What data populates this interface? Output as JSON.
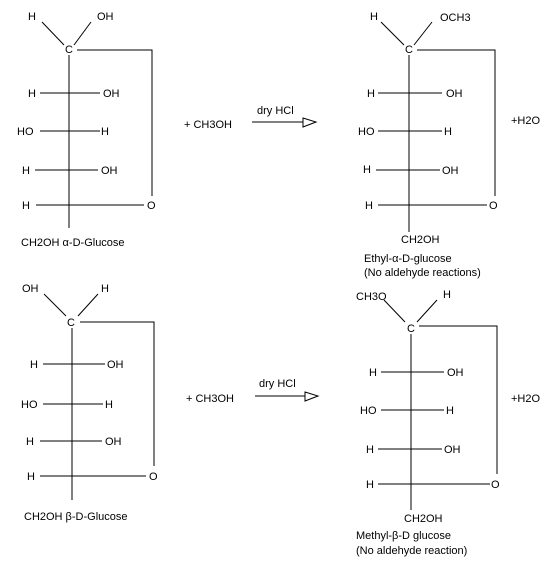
{
  "top_left": {
    "c1_h": "H",
    "c1_oh": "OH",
    "c1": "C",
    "r1_left": "H",
    "r1_right": "OH",
    "r2_left": "HO",
    "r2_right": "H",
    "r3_left": "H",
    "r3_right": "OH",
    "r4_left": "H",
    "ring_o": "O",
    "caption": "CH2OH α-D-Glucose"
  },
  "top_reaction": {
    "reagent": "+ CH3OH",
    "condition": "dry HCl",
    "water": "+H2O"
  },
  "top_right": {
    "c1_h": "H",
    "c1_och3": "OCH3",
    "c1": "C",
    "r1_left": "H",
    "r1_right": "OH",
    "r2_left": "HO",
    "r2_right": "H",
    "r3_left": "H",
    "r3_right": "OH",
    "r4_left": "H",
    "ring_o": "O",
    "ch2oh": "CH2OH",
    "caption_1": "Ethyl-α-D-glucose",
    "caption_2": "(No aldehyde reactions)"
  },
  "bottom_left": {
    "c1_oh": "OH",
    "c1_h": "H",
    "c1": "C",
    "r1_left": "H",
    "r1_right": "OH",
    "r2_left": "HO",
    "r2_right": "H",
    "r3_left": "H",
    "r3_right": "OH",
    "r4_left": "H",
    "ring_o": "O",
    "caption": "CH2OH β-D-Glucose"
  },
  "bottom_reaction": {
    "reagent": "+ CH3OH",
    "condition": "dry HCl",
    "water": "+H2O"
  },
  "bottom_right": {
    "c1_ch3o": "CH3O",
    "c1_h": "H",
    "c1": "C",
    "r1_left": "H",
    "r1_right": "OH",
    "r2_left": "HO",
    "r2_right": "H",
    "r3_left": "H",
    "r3_right": "OH",
    "r4_left": "H",
    "ring_o": "O",
    "ch2oh": "CH2OH",
    "caption_1": "Methyl-β-D glucose",
    "caption_2": "(No aldehyde reaction)"
  }
}
